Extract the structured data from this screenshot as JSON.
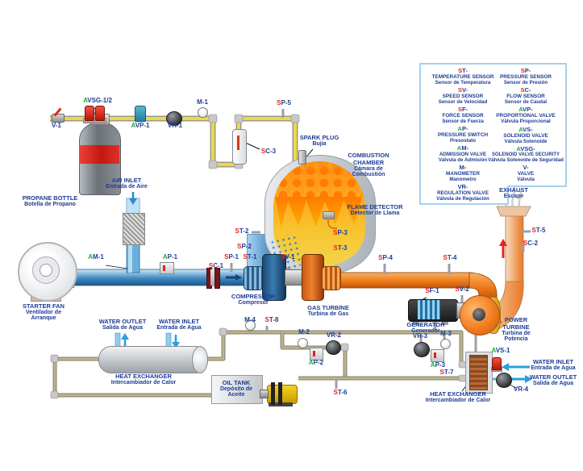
{
  "colors": {
    "label_blue": "#1e3c96",
    "accent_red": "#e8241c",
    "accent_green": "#1fa83c",
    "gas_pipe_yellow": "#ecd84c",
    "air_pipe_blue": "#3b86c4",
    "hot_gas_orange": "#ef7c1a",
    "oil_pipe_tan": "#c2b484",
    "water_blue": "#30a0e0",
    "legend_border": "#a8d0e8"
  },
  "legend": {
    "left": [
      {
        "code": "ST-",
        "en": "TEMPERATURE SENSOR",
        "es": "Sensor de Temperatura"
      },
      {
        "code": "SV-",
        "en": "SPEED SENSOR",
        "es": "Sensor de Velocidad"
      },
      {
        "code": "SF-",
        "en": "FORCE SENSOR",
        "es": "Sensor de Fuerza"
      },
      {
        "code": "AP-",
        "en": "PRESSURE SWITCH",
        "es": "Presostato"
      },
      {
        "code": "AM-",
        "en": "ADMISSION VALVE",
        "es": "Válvula de Admisión"
      },
      {
        "code": "M-",
        "en": "MANOMETER",
        "es": "Manómetro"
      },
      {
        "code": "VR-",
        "en": "REGULATION VALVE",
        "es": "Válvula de Regulación"
      }
    ],
    "right": [
      {
        "code": "SP-",
        "en": "PRESSURE SENSOR",
        "es": "Sensor de Presión"
      },
      {
        "code": "SC-",
        "en": "FLOW SENSOR",
        "es": "Sensor de Caudal"
      },
      {
        "code": "AVP-",
        "en": "PROPORTIONAL VALVE",
        "es": "Válvula Proporcional"
      },
      {
        "code": "AVS-",
        "en": "SOLENOID VALVE",
        "es": "Válvula Solenoide"
      },
      {
        "code": "AVSG-",
        "en": "SOLENOID VALVE SECURITY",
        "es": "Válvula Solenoide de Seguridad"
      },
      {
        "code": "V-",
        "en": "VALVE",
        "es": "Válvula"
      }
    ]
  },
  "sensors": {
    "v1": "V-1",
    "avsg12": "AVSG-1/2",
    "avp1": "AVP-1",
    "vr1": "VR-1",
    "m1": "M-1",
    "sp5": "SP-5",
    "sc3": "SC-3",
    "st2": "ST-2",
    "sp2": "SP-2",
    "sp3": "SP-3",
    "st3": "ST-3",
    "am1": "AM-1",
    "ap1": "AP-1",
    "sc1": "SC-1",
    "sp1": "SP-1",
    "st1": "ST-1",
    "sv1": "SV-1",
    "sp4": "SP-4",
    "st4": "ST-4",
    "sf1": "SF-1",
    "sv2": "SV-2",
    "st5": "ST-5",
    "sc2": "SC-2",
    "m4": "M-4",
    "st8": "ST-8",
    "m2": "M-2",
    "vr2": "VR-2",
    "ap2": "AP-2",
    "st6": "ST-6",
    "vr3": "VR-3",
    "m3": "M-3",
    "ap3": "AP-3",
    "st7": "ST-7",
    "avs1": "AVS-1",
    "vr4": "VR-4"
  },
  "components": {
    "propane_bottle": {
      "en": "PROPANE BOTTLE",
      "es": "Botella de Propano"
    },
    "starter_fan": {
      "en": "STARTER FAN",
      "es": "Ventilador de Arranque"
    },
    "air_inlet": {
      "en": "AIR INLET",
      "es": "Entrada de Aire"
    },
    "spark_plug": {
      "en": "SPARK PLUG",
      "es": "Bujía"
    },
    "combustion_chamber": {
      "en": "COMBUSTION CHAMBER",
      "es": "Cámara de Combustión"
    },
    "flame_detector": {
      "en": "FLAME DETECTOR",
      "es": "Detector de Llama"
    },
    "compressor": {
      "en": "COMPRESSOR",
      "es": "Compresor"
    },
    "gas_turbine": {
      "en": "GAS TURBINE",
      "es": "Turbina de Gas"
    },
    "generator": {
      "en": "GENERATOR",
      "es": "Generador"
    },
    "power_turbine": {
      "en": "POWER TURBINE",
      "es": "Turbina de Potencia"
    },
    "exhaust": {
      "en": "EXHAUST",
      "es": "Escape"
    },
    "water_outlet_left": {
      "en": "WATER OUTLET",
      "es": "Salida de Agua"
    },
    "water_inlet_left": {
      "en": "WATER INLET",
      "es": "Entrada de Agua"
    },
    "heat_exchanger_left": {
      "en": "HEAT EXCHANGER",
      "es": "Intercambiador de Calor"
    },
    "oil_tank": {
      "en": "OIL TANK",
      "es": "Depósito de Aceite"
    },
    "heat_exchanger_right": {
      "en": "HEAT EXCHANGER",
      "es": "Intercambiador de Calor"
    },
    "water_inlet_right": {
      "en": "WATER INLET",
      "es": "Entrada de Agua"
    },
    "water_outlet_right": {
      "en": "WATER OUTLET",
      "es": "Salida de Agua"
    }
  }
}
